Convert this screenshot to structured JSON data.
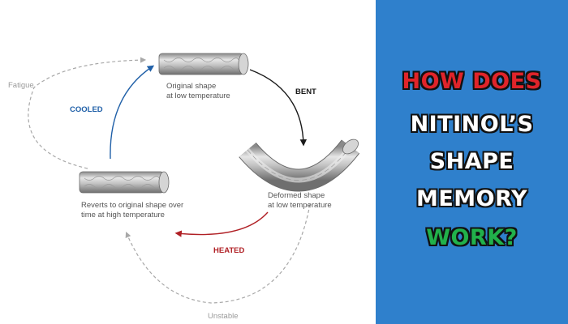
{
  "diagram": {
    "labels": {
      "original": [
        "Original shape",
        "at low temperature"
      ],
      "deformed": [
        "Deformed shape",
        "at low temperature"
      ],
      "reverts": [
        "Reverts to original shape over",
        "time at high temperature"
      ],
      "bent": "BENT",
      "cooled": "COOLED",
      "heated": "HEATED",
      "fatigue": "Fatigue",
      "unstable": "Unstable"
    },
    "colors": {
      "bent_arrow": "#1a1a1a",
      "cooled_arrow": "#2060a8",
      "heated_arrow": "#b02025",
      "dashed": "#a8a8a8"
    }
  },
  "headline": {
    "lines": [
      {
        "text": "HOW DOES",
        "color": "#e0242a"
      },
      {
        "text": "NITINOL’S",
        "color": "#ffffff"
      },
      {
        "text": "SHAPE",
        "color": "#ffffff"
      },
      {
        "text": "MEMORY",
        "color": "#ffffff"
      },
      {
        "text": "WORK?",
        "color": "#21b14b"
      }
    ],
    "outline_color": "#111111",
    "panel_color": "#2f80cc"
  }
}
